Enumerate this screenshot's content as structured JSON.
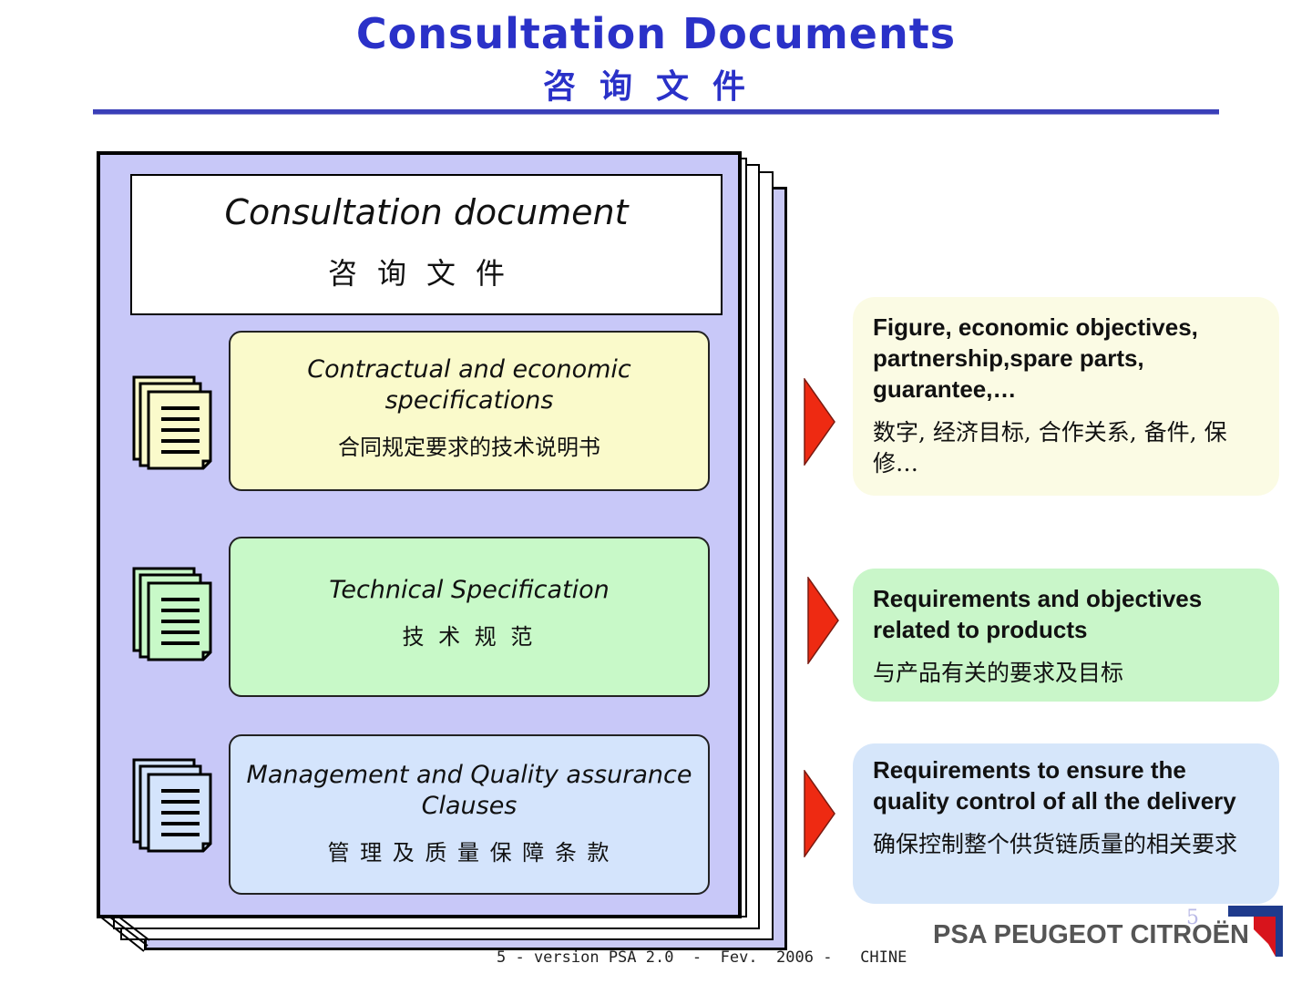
{
  "title": {
    "en": "Consultation Documents",
    "cn": "咨询文件"
  },
  "folder": {
    "header_en": "Consultation document",
    "header_cn": "咨询文件",
    "fill_color": "#c8c8f8"
  },
  "specs": [
    {
      "en": "Contractual and economic specifications",
      "cn": "合同规定要求的技术说明书",
      "color": "#fafacb",
      "icon": "document-stack-icon"
    },
    {
      "en": "Technical Specification",
      "cn": "技 术 规 范",
      "color": "#c8f9c8",
      "icon": "document-stack-icon"
    },
    {
      "en": "Management and Quality assurance Clauses",
      "cn": "管 理 及 质 量 保 障 条 款",
      "color": "#d4e4fc",
      "icon": "document-stack-icon"
    }
  ],
  "callouts": [
    {
      "en": "Figure, economic objectives, partnership,spare parts, guarantee,…",
      "cn": "数字, 经济目标, 合作关系, 备件, 保修…",
      "color": "#fbfbe4"
    },
    {
      "en": "Requirements and objectives related to products",
      "cn": "与产品有关的要求及目标",
      "color": "#c9f6c9"
    },
    {
      "en": "Requirements to ensure the quality control of all the delivery",
      "cn": "确保控制整个供货链质量的相关要求",
      "color": "#d6e6fa"
    }
  ],
  "arrow_color": "#ee2a12",
  "footer": {
    "text": "5 - version PSA 2.0  -  Fev.  2006 -   CHINE",
    "page_number": "5"
  },
  "logo": {
    "text": "PSA PEUGEOT CITROËN",
    "accent": "#1f3b8c",
    "accent2": "#d8141c"
  }
}
